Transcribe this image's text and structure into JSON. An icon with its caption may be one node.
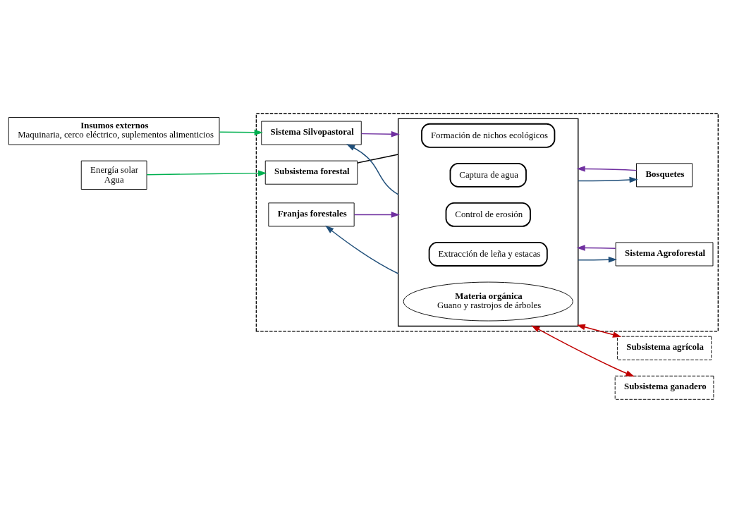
{
  "diagram": {
    "nodes": [
      {
        "text": [
          "Insumos externos",
          "Maquinaria, cerco eléctrico, suplementos alimenticios"
        ]
      },
      {
        "text": [
          "Energía solar",
          "Agua"
        ]
      },
      {
        "text": [],
        "shape": "box"
      },
      {
        "text": [
          "Subsistema forestal"
        ],
        "in": 2
      },
      {
        "text": [],
        "shape": "box",
        "in": 2
      },
      {
        "text": [
          "Formación de nichos ecológicos"
        ],
        "in": 4
      },
      {
        "text": [
          "Extracción de leña y estacas"
        ],
        "in": 4
      },
      {
        "text": [
          "Control de erosión"
        ],
        "in": 4
      },
      {
        "text": [
          "Captura de agua"
        ],
        "in": 4
      },
      {
        "text": [
          "Materia orgánica",
          "Guano y rastrojos de árboles"
        ],
        "in": 4
      },
      {
        "text": [
          "Sistema Silvopastoral"
        ],
        "in": 2
      },
      {
        "text": [
          "Franjas forestales"
        ],
        "in": 2
      },
      {
        "text": [
          "Sistema Agroforestal"
        ],
        "in": 2
      },
      {
        "text": [
          "Bosquetes"
        ],
        "in": 2
      },
      {
        "text": [
          "Subsistema agrícola"
        ]
      },
      {
        "text": [
          "Subsistema ganadero"
        ]
      }
    ],
    "edges": [
      {
        "from": 0,
        "to": 10,
        "arrow": "to",
        "color": "#00b050"
      },
      {
        "from": 1,
        "to": 3,
        "arrow": "to",
        "color": "#00b050"
      },
      {
        "from": 3,
        "to": 4,
        "arrow": "none",
        "color": "#000000"
      },
      {
        "from": 4,
        "to": 10,
        "arrow": "to",
        "color": "#1f4e79"
      },
      {
        "from": 10,
        "to": 4,
        "arrow": "to",
        "color": "#7030a0"
      },
      {
        "from": 4,
        "to": 11,
        "arrow": "to",
        "color": "#1f4e79"
      },
      {
        "from": 11,
        "to": 4,
        "arrow": "to",
        "color": "#7030a0"
      },
      {
        "from": 4,
        "to": 12,
        "arrow": "to",
        "color": "#1f4e79"
      },
      {
        "from": 12,
        "to": 4,
        "arrow": "to",
        "color": "#7030a0"
      },
      {
        "from": 4,
        "to": 13,
        "arrow": "to",
        "color": "#1f4e79"
      },
      {
        "from": 13,
        "to": 4,
        "arrow": "to",
        "color": "#7030a0"
      },
      {
        "from": 4,
        "to": 14,
        "arrow": "both",
        "color": "#c00000"
      },
      {
        "from": 4,
        "to": 15,
        "arrow": "both",
        "color": "#c00000"
      }
    ]
  }
}
